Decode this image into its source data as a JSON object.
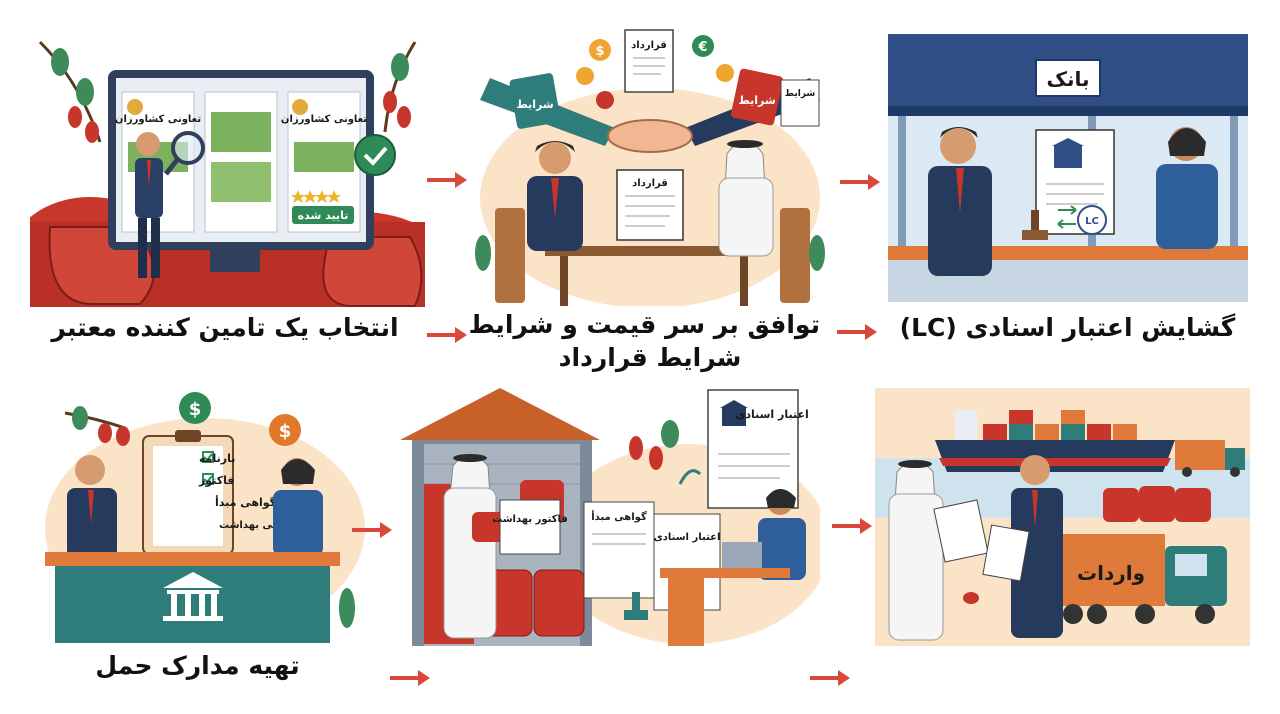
{
  "steps": [
    {
      "caption": "انتخاب یک تامین کننده معتبر",
      "card_title_1": "تعاونی کشاورزان",
      "card_title_2": "تعاونی کشاورزان",
      "badge": "تایید شده"
    },
    {
      "caption_line1": "توافق بر سر قیمت و شرایط",
      "caption_line2": "شرایط قرارداد",
      "doc_top": "قرارداد",
      "doc_center": "قرارداد",
      "tag_left": "شرایط",
      "tag_right": "شرایط",
      "note_right": "شرایط"
    },
    {
      "caption": "گشایش اعتبار اسنادی (LC)",
      "bank_sign": "بانک",
      "lc_stamp": "LC"
    },
    {
      "caption": "تهیه مدارک حمل",
      "checklist": [
        "بارنامه",
        "فاکتور",
        "گواهی مبدأ",
        "گواهی بهداشت"
      ]
    },
    {
      "doc_invoice": "فاکتور بهداشت",
      "doc_origin": "گواهی مبدأ",
      "doc_lc_small": "اعتبار اسنادی",
      "doc_lc_big": "اعتبار اسنادی"
    },
    {
      "container_label": "واردات"
    }
  ],
  "colors": {
    "accent_red": "#c8352b",
    "arrow": "#d9483b",
    "bg_blob": "#fbe3c8",
    "navy": "#263a5e",
    "teal": "#2e7d7a"
  },
  "icons": [
    "magnifier-icon",
    "check-badge-icon",
    "handshake-icon",
    "dollar-coin-icon",
    "euro-coin-icon",
    "bank-icon",
    "stamp-icon",
    "ship-icon",
    "truck-icon"
  ]
}
